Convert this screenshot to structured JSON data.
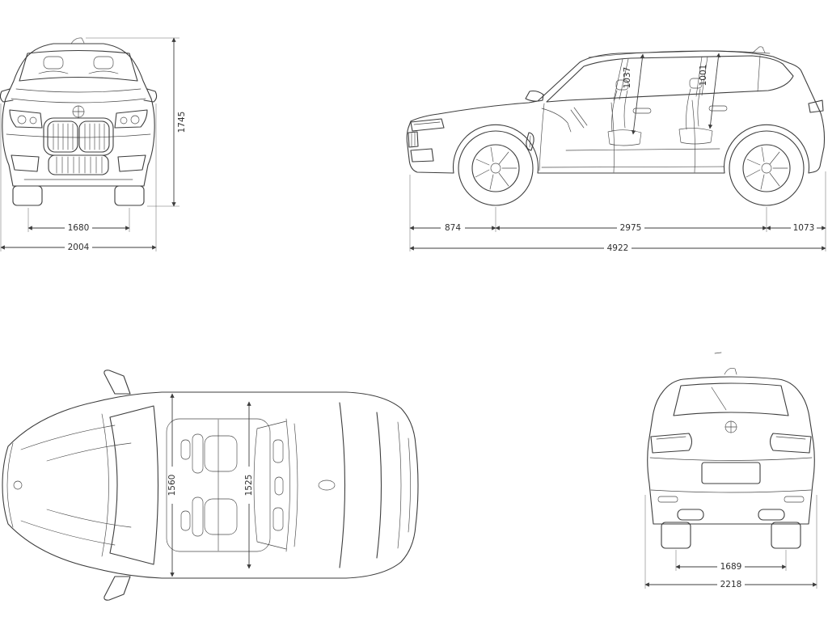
{
  "diagram": {
    "type": "vehicle-dimensions-blueprint"
  },
  "front_view": {
    "height": "1745",
    "track_width": "1680",
    "overall_width": "2004"
  },
  "side_view": {
    "front_overhang": "874",
    "wheelbase": "2975",
    "rear_overhang": "1073",
    "overall_length": "4922",
    "front_headroom": "1037",
    "rear_headroom": "1001"
  },
  "top_view": {
    "front_interior_width": "1560",
    "rear_interior_width": "1525"
  },
  "rear_view": {
    "rear_track": "1689",
    "overall_width": "2218"
  },
  "colors": {
    "line": "#3d3d3d",
    "dimension": "#3d3d3d",
    "background": "#ffffff",
    "text": "#2e2e2e"
  }
}
